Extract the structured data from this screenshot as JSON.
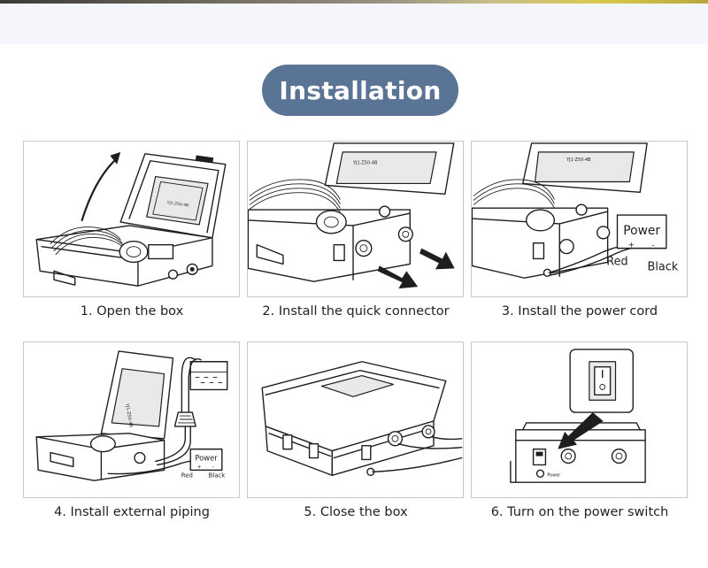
{
  "header": {
    "title": "Installation"
  },
  "steps": [
    {
      "caption": "1. Open the box",
      "icon": "open-case-illustration"
    },
    {
      "caption": "2. Install the quick connector",
      "icon": "quick-connector-illustration"
    },
    {
      "caption": "3. Install the power cord",
      "icon": "power-cord-illustration",
      "power_label": "Power",
      "plus": "+",
      "minus": "-",
      "red_label": "Red",
      "black_label": "Black"
    },
    {
      "caption": "4. Install external piping",
      "icon": "piping-illustration",
      "power_label": "Power",
      "plus": "+",
      "minus": "-",
      "red_label": "Red",
      "black_label": "Black"
    },
    {
      "caption": "5. Close the box",
      "icon": "closed-case-illustration"
    },
    {
      "caption": "6. Turn on the power switch",
      "icon": "power-switch-illustration",
      "power_label": "Power"
    }
  ],
  "colors": {
    "title_pill": "#5a7496",
    "banner": "#f4f6fb",
    "panel_border": "#c8c8c8"
  }
}
